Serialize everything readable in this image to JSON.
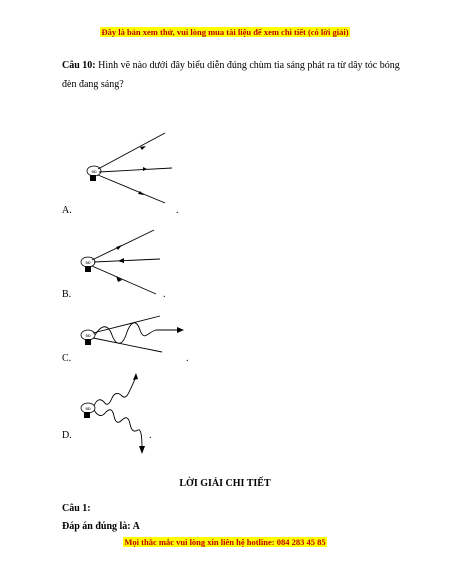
{
  "header_banner": "Đây là bản xem thử, vui lòng mua tài liệu để xem chi tiết (có lời giải)",
  "question": {
    "label": "Câu 10:",
    "text": "Hình vẽ nào dưới đây biểu diễn đúng chùm tia sáng phát ra từ dây tóc bóng đèn đang sáng?"
  },
  "options": [
    {
      "label": "A.",
      "trailing": "."
    },
    {
      "label": "B.",
      "trailing": "."
    },
    {
      "label": "C.",
      "trailing": "."
    },
    {
      "label": "D.",
      "trailing": "."
    }
  ],
  "bulb_text": "BĐ",
  "solution": {
    "title": "LỜI GIẢI CHI TIẾT",
    "question_label": "Câu 1:",
    "answer": "Đáp án đúng là: A"
  },
  "footer_banner": "Mọi thắc mắc vui lòng xin liên hệ hotline: 084 283 45 85"
}
